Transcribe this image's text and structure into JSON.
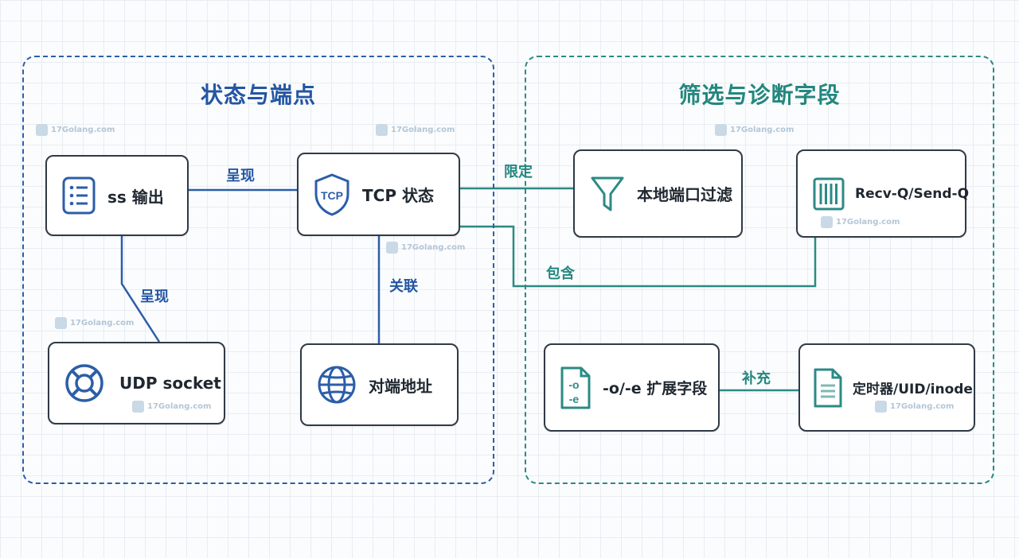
{
  "groups": {
    "left_title": "状态与端点",
    "right_title": "筛选与诊断字段"
  },
  "nodes": {
    "ss_output": "ss 输出",
    "tcp_state": "TCP 状态",
    "udp_socket": "UDP socket",
    "peer_address": "对端地址",
    "local_port_filter": "本地端口过滤",
    "recv_send_q": "Recv-Q/Send-Q",
    "extend_fields": "-o/-e 扩展字段",
    "timer_uid_inode": "定时器/UID/inode"
  },
  "icons": {
    "tcp_shield_text": "TCP",
    "file_o": "-o",
    "file_e": "-e"
  },
  "edges": {
    "ss_to_tcp": "呈现",
    "ss_to_udp": "呈现",
    "tcp_to_peer": "关联",
    "tcp_to_filter": "限定",
    "tcp_to_queue": "包含",
    "ext_to_timer": "补充"
  },
  "watermark": "17Golang.com",
  "colors": {
    "blue": "#2c5ea8",
    "teal": "#2b8a84",
    "node_border": "#2f3a47"
  }
}
